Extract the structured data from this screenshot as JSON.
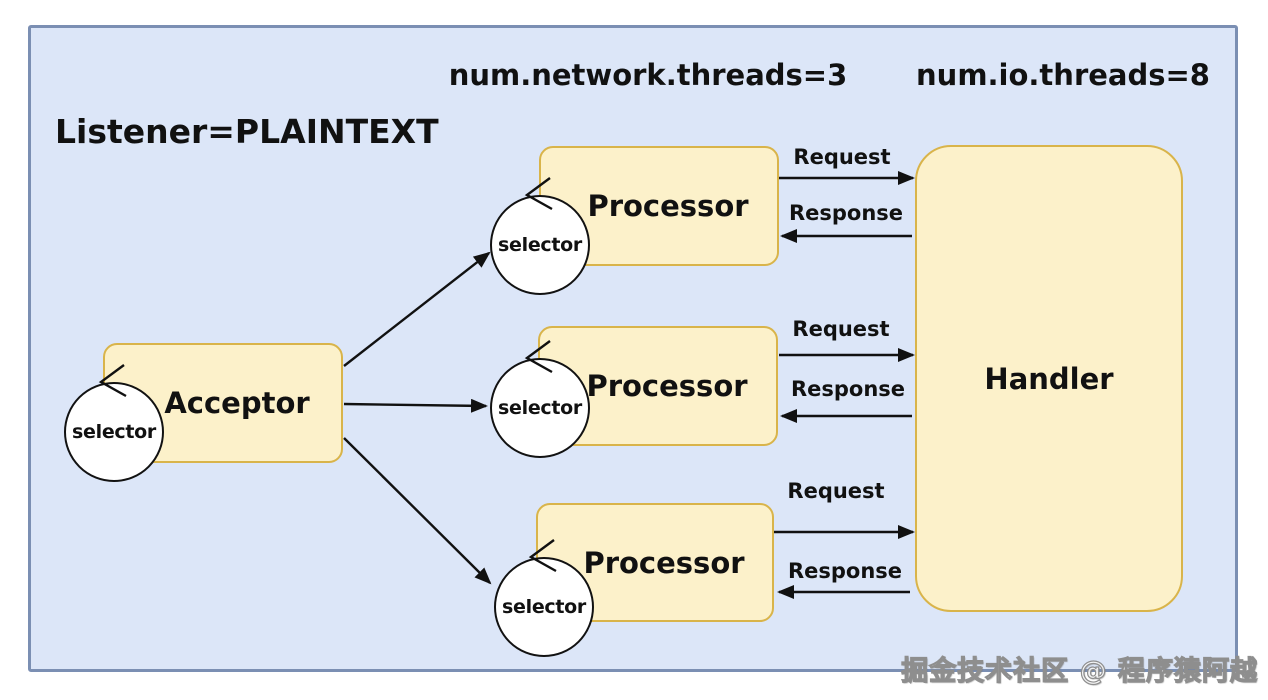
{
  "panel": {
    "listener_label": "Listener=PLAINTEXT",
    "network_threads_label": "num.network.threads=3",
    "io_threads_label": "num.io.threads=8"
  },
  "nodes": {
    "acceptor": {
      "label": "Acceptor",
      "selector_label": "selector"
    },
    "processors": [
      {
        "label": "Processor",
        "selector_label": "selector"
      },
      {
        "label": "Processor",
        "selector_label": "selector"
      },
      {
        "label": "Processor",
        "selector_label": "selector"
      }
    ],
    "handler": {
      "label": "Handler"
    }
  },
  "edges": {
    "pairs": [
      {
        "request": "Request",
        "response": "Response"
      },
      {
        "request": "Request",
        "response": "Response"
      },
      {
        "request": "Request",
        "response": "Response"
      }
    ]
  },
  "watermark": "掘金技术社区 @ 程序猿阿越",
  "colors": {
    "panel_bg": "#dce6f8",
    "panel_border": "#7b8fb3",
    "node_fill": "#fcf1ca",
    "node_border": "#d9b44a",
    "selector_fill": "#ffffff",
    "arrow": "#111111",
    "text": "#111111"
  }
}
